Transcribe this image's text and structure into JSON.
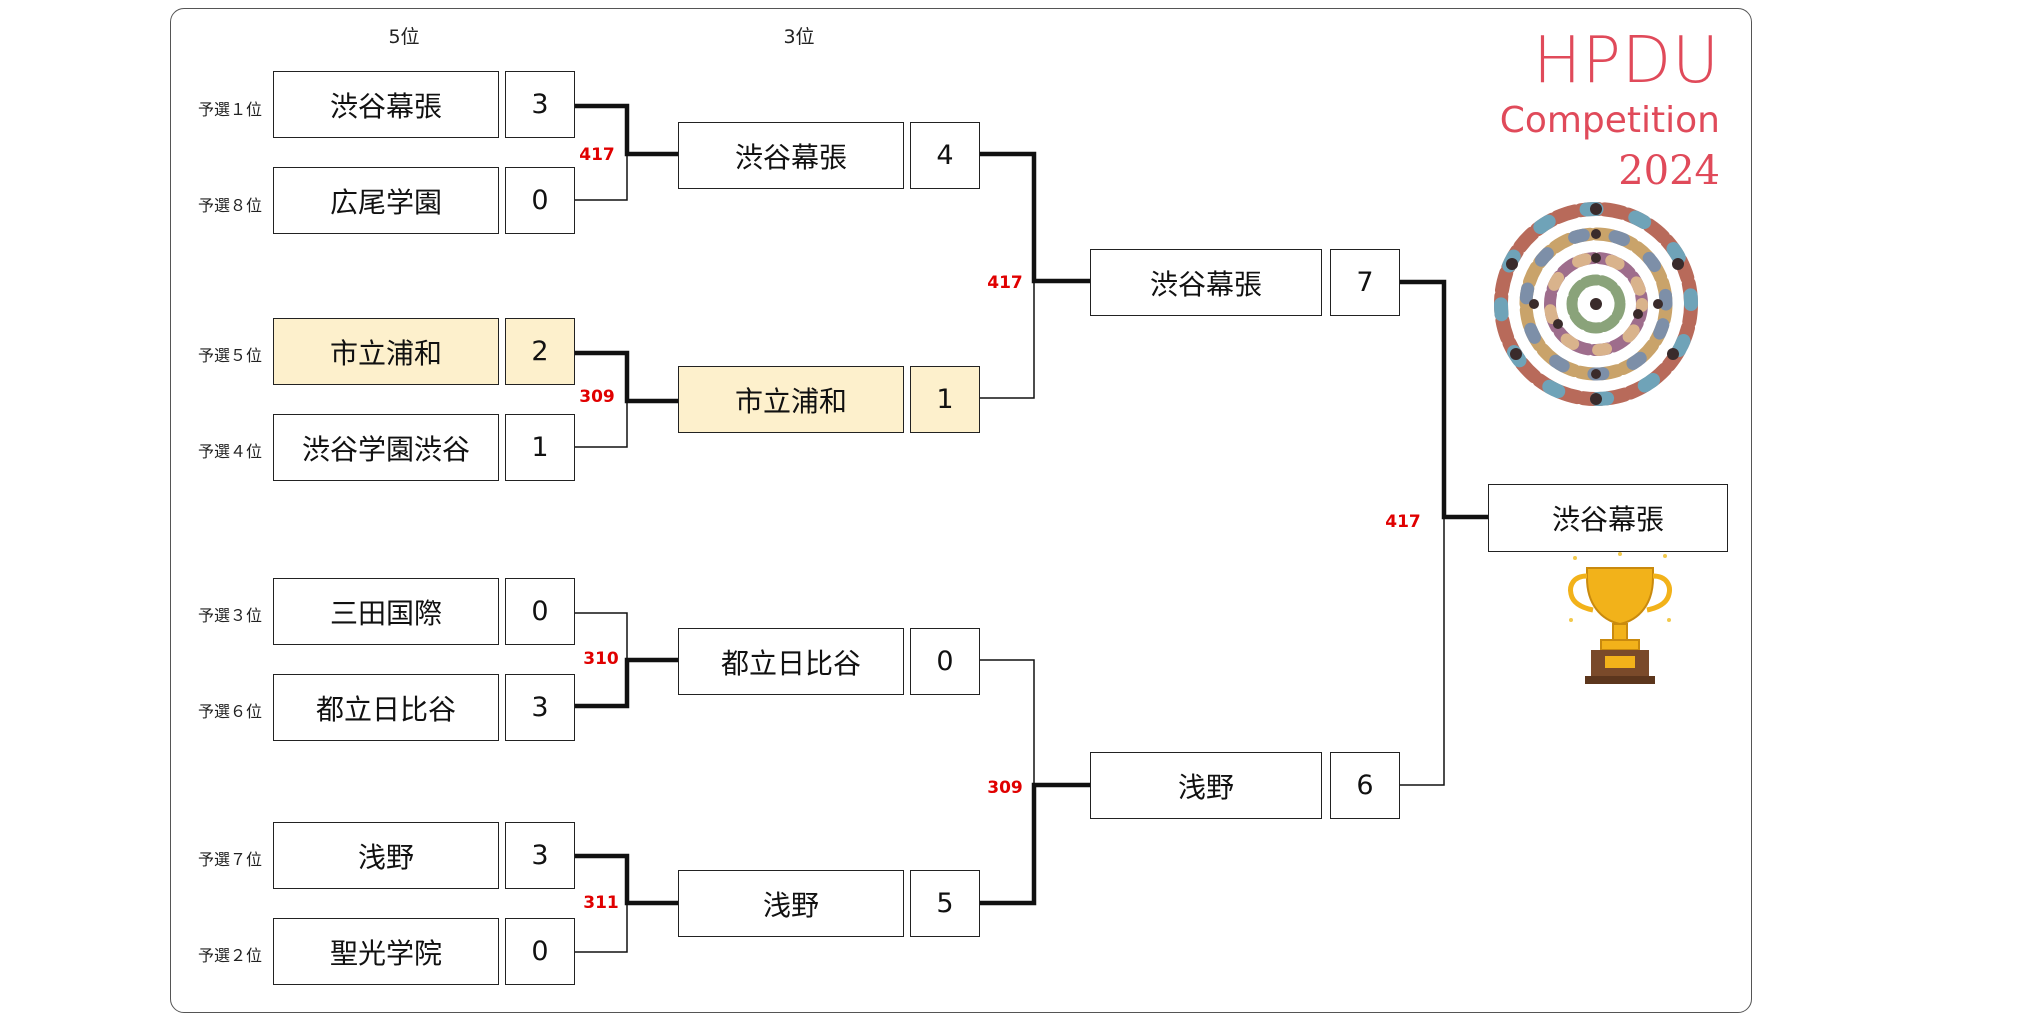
{
  "headers": {
    "fifth": "5位",
    "third": "3位"
  },
  "logo": {
    "title": "HPDU",
    "subtitle": "Competition",
    "year": "2024"
  },
  "round1": [
    {
      "seed": "予選１位",
      "team": "渋谷幕張",
      "score": "3",
      "highlight": false
    },
    {
      "seed": "予選８位",
      "team": "広尾学園",
      "score": "0",
      "highlight": false
    },
    {
      "seed": "予選５位",
      "team": "市立浦和",
      "score": "2",
      "highlight": true
    },
    {
      "seed": "予選４位",
      "team": "渋谷学園渋谷",
      "score": "1",
      "highlight": false
    },
    {
      "seed": "予選３位",
      "team": "三田国際",
      "score": "0",
      "highlight": false
    },
    {
      "seed": "予選６位",
      "team": "都立日比谷",
      "score": "3",
      "highlight": false
    },
    {
      "seed": "予選７位",
      "team": "浅野",
      "score": "3",
      "highlight": false
    },
    {
      "seed": "予選２位",
      "team": "聖光学院",
      "score": "0",
      "highlight": false
    }
  ],
  "round2": [
    {
      "team": "渋谷幕張",
      "score": "4",
      "highlight": false
    },
    {
      "team": "市立浦和",
      "score": "1",
      "highlight": true
    },
    {
      "team": "都立日比谷",
      "score": "0",
      "highlight": false
    },
    {
      "team": "浅野",
      "score": "5",
      "highlight": false
    }
  ],
  "round3": [
    {
      "team": "渋谷幕張",
      "score": "7"
    },
    {
      "team": "浅野",
      "score": "6"
    }
  ],
  "champion": {
    "team": "渋谷幕張"
  },
  "rooms": {
    "r1": [
      "417",
      "309",
      "310",
      "311"
    ],
    "r2": [
      "417",
      "309"
    ],
    "final": "417"
  },
  "colors": {
    "accent": "#e04a5a",
    "room": "#e00000",
    "highlight": "#fdf0cc"
  },
  "icons": {
    "illustration": "people-spiral-illustration",
    "trophy": "trophy-icon"
  }
}
